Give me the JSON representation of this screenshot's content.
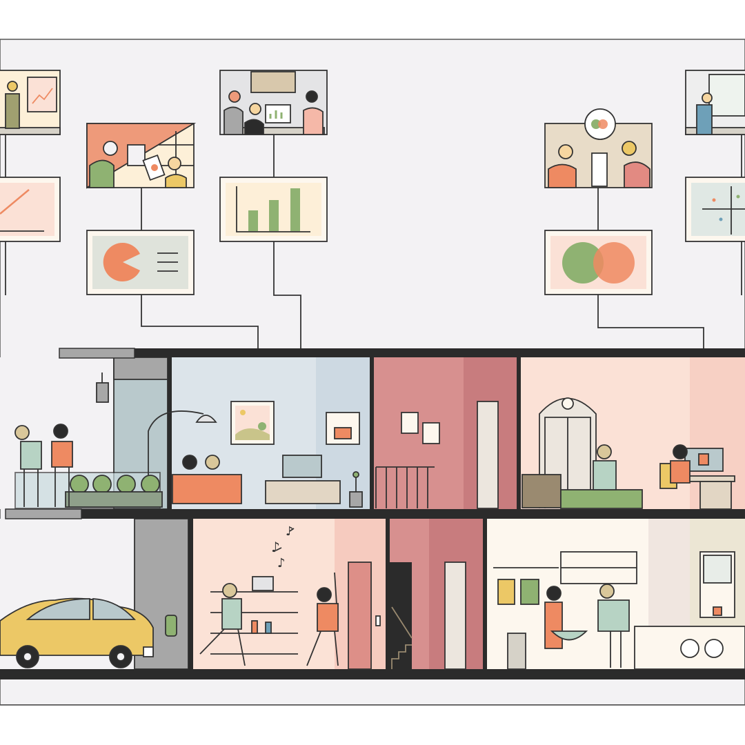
{
  "illustration": {
    "subject": "house-cross-section-with-data-panels",
    "panels": [
      {
        "scene": "presenter-with-chart",
        "chart_icon": "line-chart-icon"
      },
      {
        "scene": "person-with-tablet",
        "chart_icon": "pie-chart-icon"
      },
      {
        "scene": "team-meeting",
        "chart_icon": "bar-chart-icon"
      },
      {
        "scene": "water-cooler-chat",
        "chart_icon": "venn-diagram-icon"
      },
      {
        "scene": "person-at-board",
        "chart_icon": "scatter-plot-icon"
      }
    ],
    "rooms": [
      "balcony",
      "living-room",
      "stairwell-upper",
      "bedroom-office",
      "garage",
      "music-room",
      "stairwell-lower",
      "kitchen-laundry"
    ]
  },
  "colors": {
    "background": "#f3f2f4",
    "outline": "#2b2b2b",
    "orange": "#ee8a62",
    "green": "#8fb272",
    "pink": "#d7908f",
    "peach": "#fbe1d6",
    "light_blue": "#dce4ea",
    "yellow": "#ecc866",
    "cream": "#fdf7ee",
    "gray": "#a7a7a7"
  }
}
